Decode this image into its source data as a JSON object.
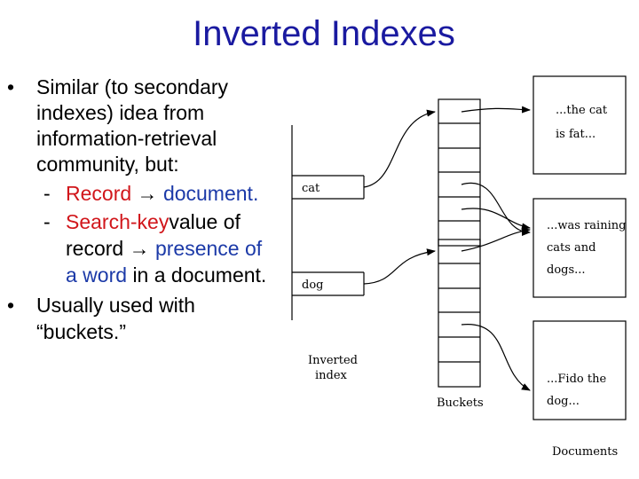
{
  "slide": {
    "title": "Inverted Indexes",
    "bullet_1": {
      "marker": "•",
      "line_1": "Similar (to secondary",
      "line_2": "indexes) idea from",
      "line_3": "information-retrieval",
      "line_4": "community, but:"
    },
    "sub_1": {
      "dash": "-",
      "part_record": "Record",
      "arrow": "→",
      "part_document": "document."
    },
    "sub_2": {
      "dash": "-",
      "part_search_key": "Search-key",
      "part_value_of": "value of",
      "part_record": "record",
      "arrow": "→",
      "part_presence_of": "presence of",
      "part_a_word": "a word",
      "part_in_a_document": "in a document."
    },
    "bullet_2": {
      "marker": "•",
      "line_1": "Usually used with",
      "line_2": "“buckets.”"
    }
  },
  "figure": {
    "index_entries": [
      "cat",
      "dog"
    ],
    "index_label_1": "Inverted",
    "index_label_2": "index",
    "buckets_label": "Buckets",
    "documents_label": "Documents",
    "documents": [
      {
        "line_1": "...the cat",
        "line_2": "is fat..."
      },
      {
        "line_1": "...was raining",
        "line_2": "cats and",
        "line_3": "dogs..."
      },
      {
        "line_1": "...Fido the",
        "line_2": "dog..."
      }
    ]
  }
}
